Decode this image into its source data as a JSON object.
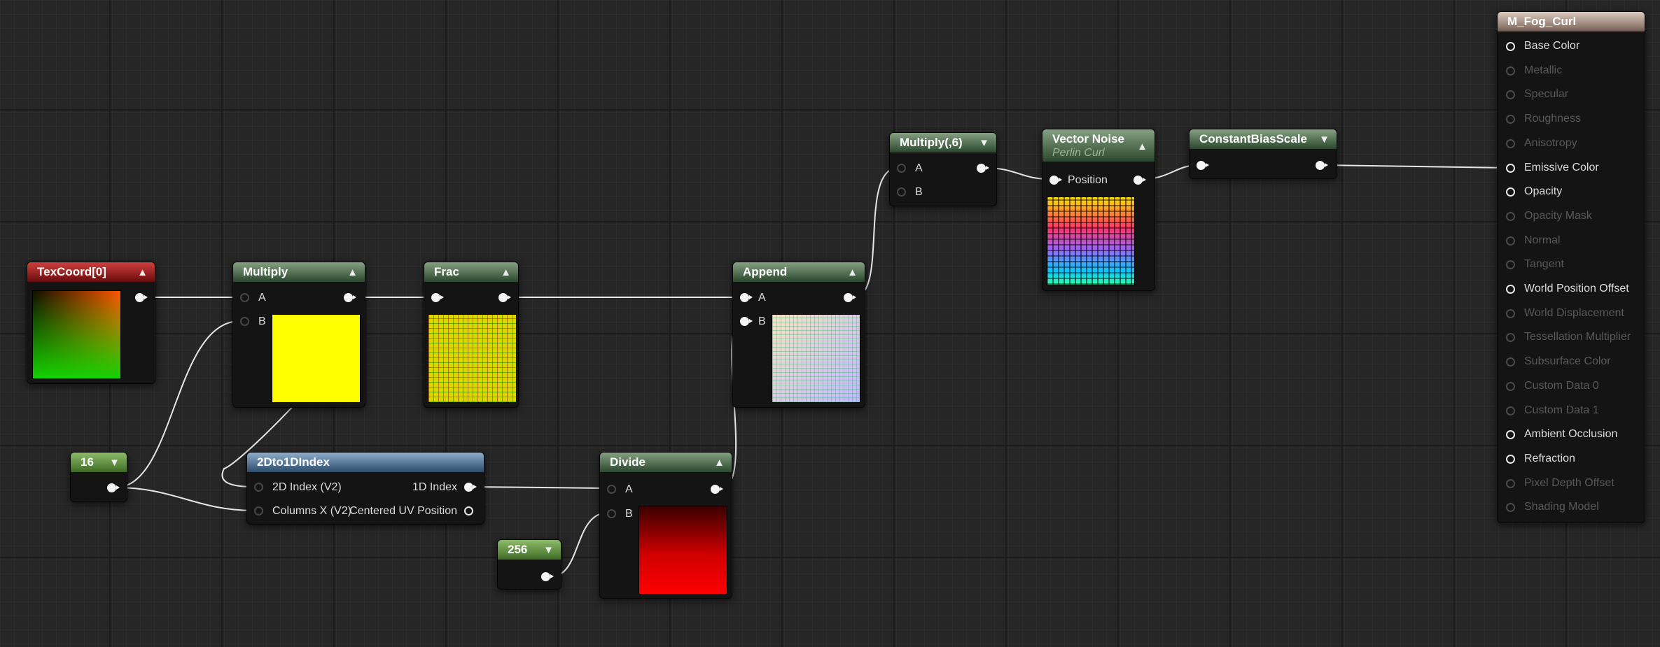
{
  "nodes": {
    "texcoord": {
      "title": "TexCoord[0]"
    },
    "multiply": {
      "title": "Multiply",
      "pin_a": "A",
      "pin_b": "B"
    },
    "frac": {
      "title": "Frac"
    },
    "append": {
      "title": "Append",
      "pin_a": "A",
      "pin_b": "B"
    },
    "multiply6": {
      "title": "Multiply(,6)",
      "pin_a": "A",
      "pin_b": "B"
    },
    "vectornoise": {
      "title": "Vector Noise",
      "subtitle": "Perlin Curl",
      "pin_position": "Position"
    },
    "cbs": {
      "title": "ConstantBiasScale"
    },
    "const16": {
      "title": "16"
    },
    "index2d": {
      "title": "2Dto1DIndex",
      "in_1": "2D Index (V2)",
      "in_2": "Columns X (V2)",
      "out_1": "1D Index",
      "out_2": "Centered UV Position"
    },
    "divide": {
      "title": "Divide",
      "pin_a": "A",
      "pin_b": "B"
    },
    "const256": {
      "title": "256"
    }
  },
  "material": {
    "title": "M_Fog_Curl",
    "pins": [
      {
        "label": "Base Color",
        "active": true
      },
      {
        "label": "Metallic",
        "active": false
      },
      {
        "label": "Specular",
        "active": false
      },
      {
        "label": "Roughness",
        "active": false
      },
      {
        "label": "Anisotropy",
        "active": false
      },
      {
        "label": "Emissive Color",
        "active": true
      },
      {
        "label": "Opacity",
        "active": true
      },
      {
        "label": "Opacity Mask",
        "active": false
      },
      {
        "label": "Normal",
        "active": false
      },
      {
        "label": "Tangent",
        "active": false
      },
      {
        "label": "World Position Offset",
        "active": true
      },
      {
        "label": "World Displacement",
        "active": false
      },
      {
        "label": "Tessellation Multiplier",
        "active": false
      },
      {
        "label": "Subsurface Color",
        "active": false
      },
      {
        "label": "Custom Data 0",
        "active": false
      },
      {
        "label": "Custom Data 1",
        "active": false
      },
      {
        "label": "Ambient Occlusion",
        "active": true
      },
      {
        "label": "Refraction",
        "active": true
      },
      {
        "label": "Pixel Depth Offset",
        "active": false
      },
      {
        "label": "Shading Model",
        "active": false
      }
    ]
  },
  "colors": {
    "canvas": "#262626",
    "wire": "#e6e6e6",
    "header_green": "#3c5a3e",
    "header_red": "#7e1515",
    "header_blue": "#3f5f80",
    "header_material": "#8c766a"
  }
}
